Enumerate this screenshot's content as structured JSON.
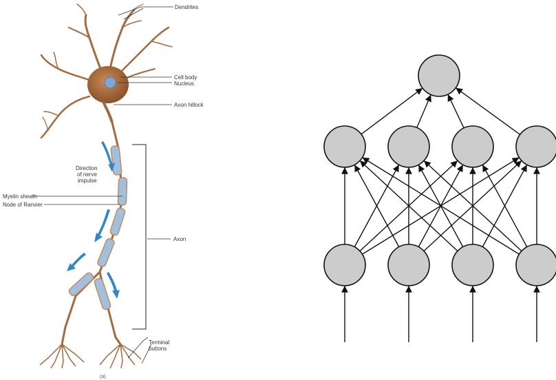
{
  "neuron": {
    "labels": {
      "dendrites": "Dendrites",
      "cell_body": "Cell body",
      "nucleus": "Nucleus",
      "axon_hillock": "Axon hillock",
      "direction_line1": "Direction",
      "direction_line2": "of nerve",
      "direction_line3": "impulse",
      "myelin_sheath": "Myelin sheath",
      "node_of_ranvier": "Node of Ranvier",
      "axon": "Axon",
      "terminal_line1": "Terminal",
      "terminal_line2": "buttons",
      "caption": "(a)"
    },
    "colors": {
      "body": "#a5693a",
      "nucleus": "#7fa7d6",
      "myelin": "#9fc0df",
      "arrow": "#2f86c8"
    }
  },
  "network": {
    "layers": [
      {
        "name": "output",
        "count": 1
      },
      {
        "name": "hidden",
        "count": 4
      },
      {
        "name": "input",
        "count": 4
      }
    ],
    "connections": "fully-connected",
    "colors": {
      "node_fill": "#cccccc",
      "node_stroke": "#111111",
      "edge": "#111111"
    }
  }
}
